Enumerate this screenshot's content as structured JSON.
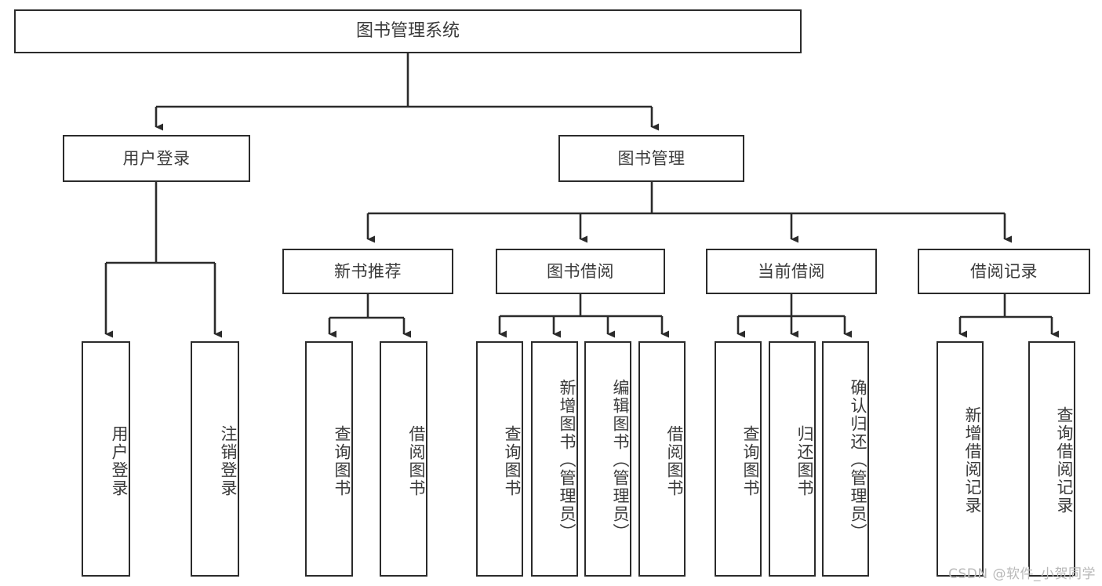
{
  "diagram": {
    "title": "图书管理系统",
    "watermark": "CSDN @软件_小贺同学",
    "root": {
      "label": "图书管理系统"
    },
    "level2": [
      {
        "label": "用户登录"
      },
      {
        "label": "图书管理"
      }
    ],
    "level3": [
      {
        "label": "新书推荐"
      },
      {
        "label": "图书借阅"
      },
      {
        "label": "当前借阅"
      },
      {
        "label": "借阅记录"
      }
    ],
    "leaves": {
      "user_login": [
        {
          "label": "用户登录"
        },
        {
          "label": "注销登录"
        }
      ],
      "new_book": [
        {
          "label": "查询图书"
        },
        {
          "label": "借阅图书"
        }
      ],
      "book_borrow": [
        {
          "label": "查询图书"
        },
        {
          "label": "新增图书（管理员）"
        },
        {
          "label": "编辑图书（管理员）"
        },
        {
          "label": "借阅图书"
        }
      ],
      "current_borrow": [
        {
          "label": "查询图书"
        },
        {
          "label": "归还图书"
        },
        {
          "label": "确认归还（管理员）"
        }
      ],
      "borrow_record": [
        {
          "label": "新增借阅记录"
        },
        {
          "label": "查询借阅记录"
        }
      ]
    },
    "colors": {
      "stroke": "#2b2b2b",
      "text": "#3a3a3a",
      "background": "#ffffff",
      "watermark": "#b8b8b8"
    }
  }
}
